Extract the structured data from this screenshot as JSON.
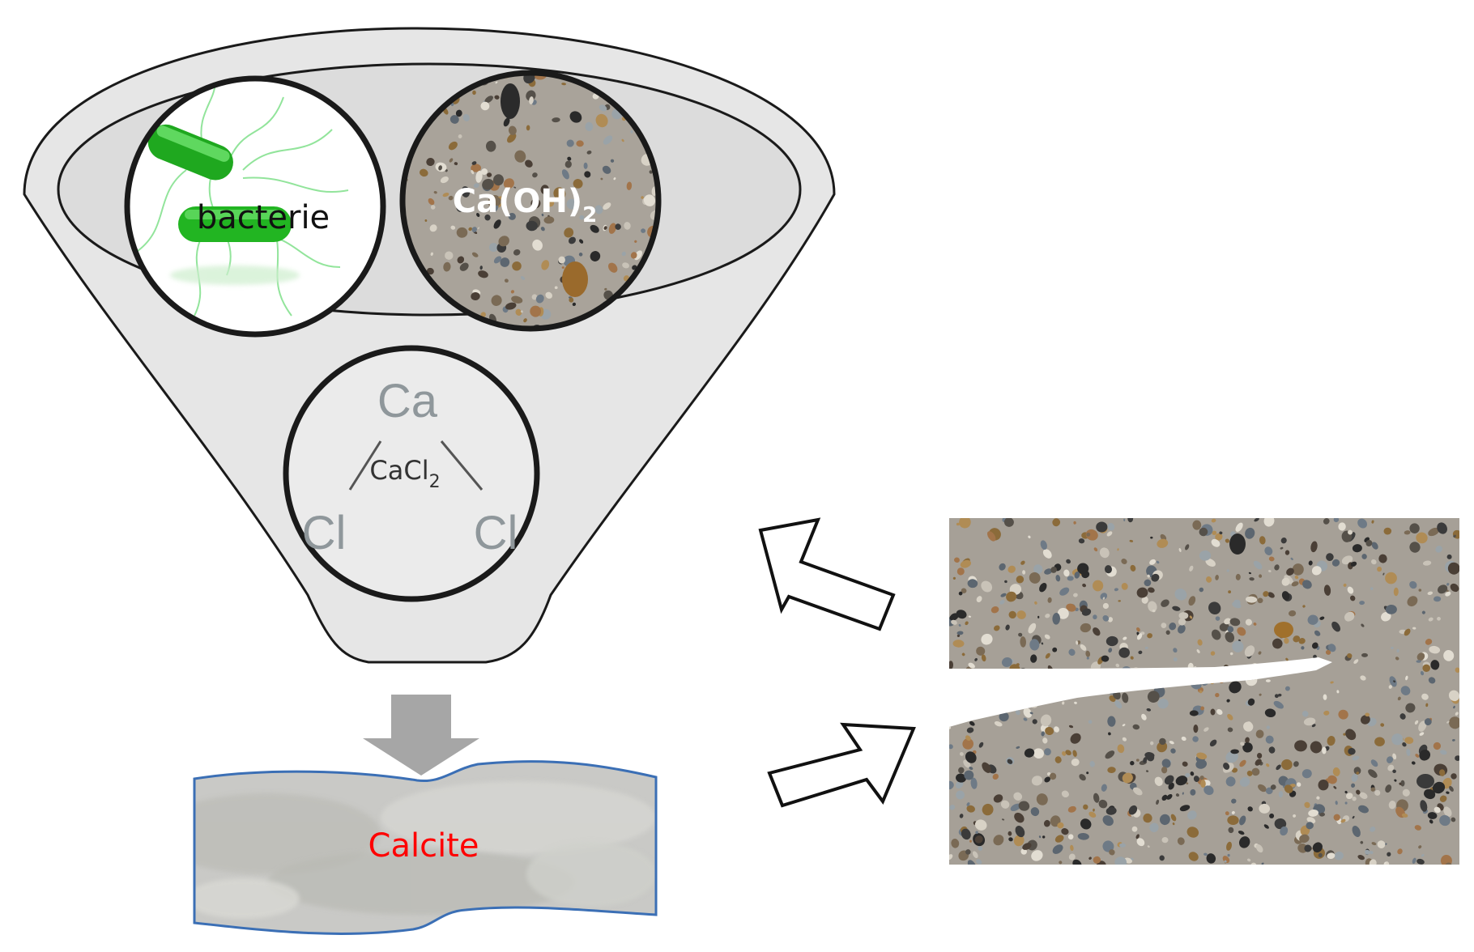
{
  "labels": {
    "bacteria": "bacterie",
    "calcium_hydroxide": "Ca(OH)",
    "calcium_hydroxide_subscript": "2",
    "calcium_atom": "Ca",
    "chlorine_atom_left": "Cl",
    "chlorine_atom_right": "Cl",
    "calcium_chloride": "CaCl",
    "calcium_chloride_subscript": "2",
    "product": "Calcite"
  },
  "colors": {
    "funnel_fill": "#e6e6e6",
    "outline": "#1a1a1a",
    "bacteria_green": "#22b522",
    "concrete_base": "#a9a39a",
    "calcite_border": "#3b6fb5",
    "calcite_text": "#ff0000",
    "arrow_gray": "#a6a6a6"
  },
  "icons": {
    "bacteria": "rod-bacterium-icon",
    "concrete": "concrete-texture",
    "crack": "cracked-concrete-photo",
    "down_arrow": "down-arrow-icon",
    "up_arrows": "outline-arrow-icon"
  }
}
